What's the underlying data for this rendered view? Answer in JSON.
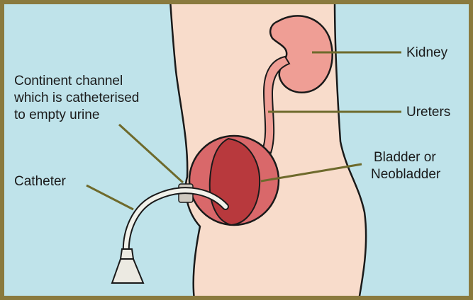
{
  "colors": {
    "background": "#bfe3ea",
    "border": "#8a7a3e",
    "skin": "#f8dccb",
    "outline": "#1a1a1a",
    "kidney": "#ef9e95",
    "bladder_outer": "#d9686a",
    "bladder_inner": "#b8393d",
    "leader_line": "#6e6a2c",
    "catheter": "#f1f1ea"
  },
  "labels": {
    "kidney": "Kidney",
    "ureters": "Ureters",
    "bladder_line1": "Bladder or",
    "bladder_line2": "Neobladder",
    "channel_line1": "Continent channel",
    "channel_line2": "which is catheterised",
    "channel_line3": "to empty urine",
    "catheter": "Catheter"
  }
}
